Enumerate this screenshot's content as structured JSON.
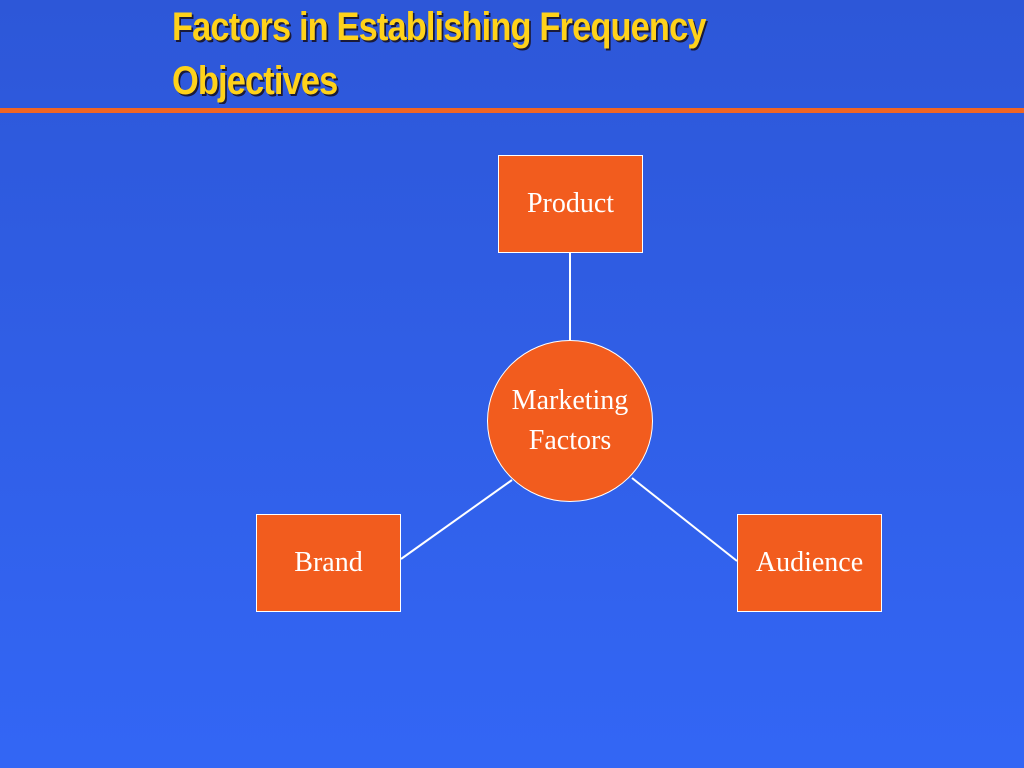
{
  "slide": {
    "title_line1": "Factors in Establishing Frequency",
    "title_line2": "Objectives"
  },
  "diagram": {
    "center": {
      "line1": "Marketing",
      "line2": "Factors"
    },
    "nodes": {
      "product": "Product",
      "brand": "Brand",
      "audience": "Audience"
    }
  },
  "colors": {
    "background": "#3366f5",
    "title": "#ffd21a",
    "accent": "#f26522",
    "node_fill": "#f25c1e",
    "node_stroke": "#ffffff"
  }
}
